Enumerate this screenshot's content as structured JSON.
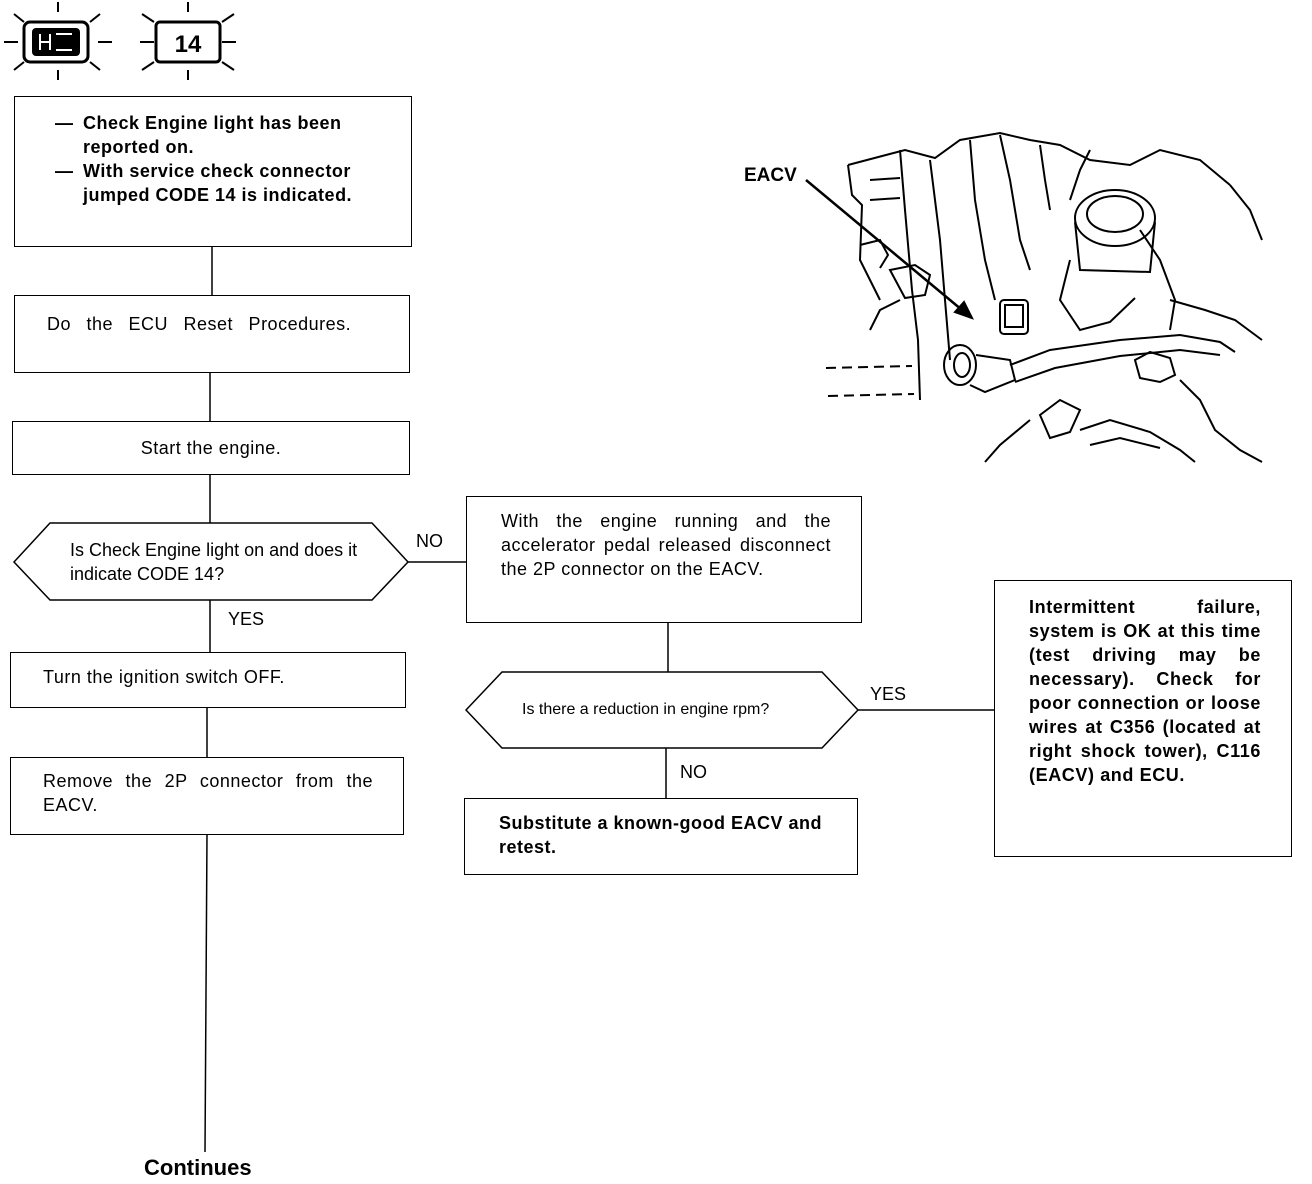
{
  "header": {
    "brand_icon": "honda-logo-icon",
    "code_badge": "14"
  },
  "steps": {
    "condition_lines": [
      "Check Engine light has been reported on.",
      "With service check connector jumped CODE 14 is indicated."
    ],
    "reset": "Do the ECU Reset Procedures.",
    "start": "Start the engine.",
    "decision1": "Is Check Engine light on and does it indicate CODE 14?",
    "decision1_yes": "YES",
    "decision1_no": "NO",
    "ignition_off": "Turn the ignition switch OFF.",
    "remove_connector": "Remove the 2P connector from the EACV.",
    "disconnect": "With the engine running and the accelerator pedal released disconnect the 2P connector on the EACV.",
    "decision2": "Is there a reduction in engine rpm?",
    "decision2_yes": "YES",
    "decision2_no": "NO",
    "substitute": "Substitute a known-good EACV and retest.",
    "intermittent": "Intermittent failure, system is OK at this time (test driving may be necessary). Check for poor connection or loose wires at C356 (located at right shock tower), C116 (EACV) and ECU.",
    "continues": "Continues"
  },
  "illustration": {
    "label": "EACV"
  },
  "colors": {
    "ink": "#000000",
    "paper": "#ffffff"
  }
}
